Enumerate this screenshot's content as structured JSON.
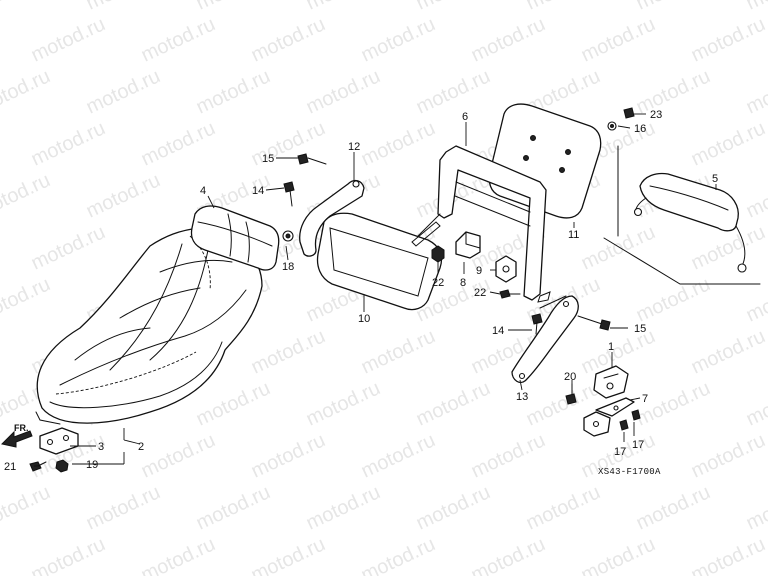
{
  "watermark": {
    "text": "motod.ru"
  },
  "diagram": {
    "code": "XS43-F1700A",
    "front_label": "FR.",
    "callouts": {
      "c1": "1",
      "c2": "2",
      "c3": "3",
      "c4": "4",
      "c5": "5",
      "c6": "6",
      "c7": "7",
      "c8": "8",
      "c9": "9",
      "c10": "10",
      "c11": "11",
      "c12": "12",
      "c13": "13",
      "c14a": "14",
      "c14b": "14",
      "c15a": "15",
      "c15b": "15",
      "c16": "16",
      "c17a": "17",
      "c17b": "17",
      "c18": "18",
      "c19": "19",
      "c20": "20",
      "c21": "21",
      "c22a": "22",
      "c22b": "22",
      "c23": "23"
    }
  }
}
